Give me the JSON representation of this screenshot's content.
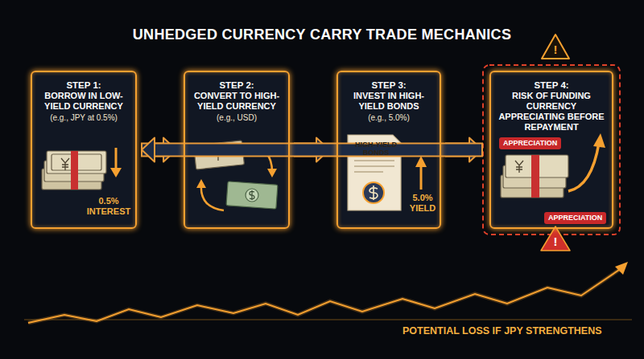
{
  "diagram": {
    "title": "UNHEDGED CURRENCY CARRY TRADE MECHANICS",
    "nodes": [
      {
        "text": [
          "STEP 1:",
          "BORROW IN LOW-YIELD CURRENCY",
          "(e.g., JPY at 0.5%)",
          "0.5% INTEREST"
        ]
      },
      {
        "text": [
          "STEP 2:",
          "CONVERT TO HIGH-YIELD CURRENCY",
          "(e.g., USD)"
        ]
      },
      {
        "text": [
          "STEP 3:",
          "INVEST IN HIGH-YIELD BONDS",
          "(e.g., 5.0%)",
          "5.0% YIELD"
        ]
      },
      {
        "text": [
          "HIGH-YIELD BONDS"
        ],
        "in": 2
      },
      {
        "text": [
          "STEP 4:",
          "RISK OF FUNDING CURRENCY APPRECIATING BEFORE REPAYMENT"
        ]
      },
      {
        "text": [
          "APPRECIATION"
        ],
        "in": 4
      },
      {
        "text": [
          "APPRECIATION"
        ],
        "in": 4
      }
    ],
    "edges": [
      {
        "from": 0,
        "to": 1,
        "arrow": "to"
      },
      {
        "from": 1,
        "to": 2,
        "arrow": "to"
      },
      {
        "from": 2,
        "to": 4,
        "arrow": "to"
      },
      {
        "from": 4,
        "to": 0,
        "arrow": "to"
      }
    ],
    "labels": [
      "!",
      "!",
      "POTENTIAL LOSS IF JPY STRENGTHENS"
    ]
  }
}
